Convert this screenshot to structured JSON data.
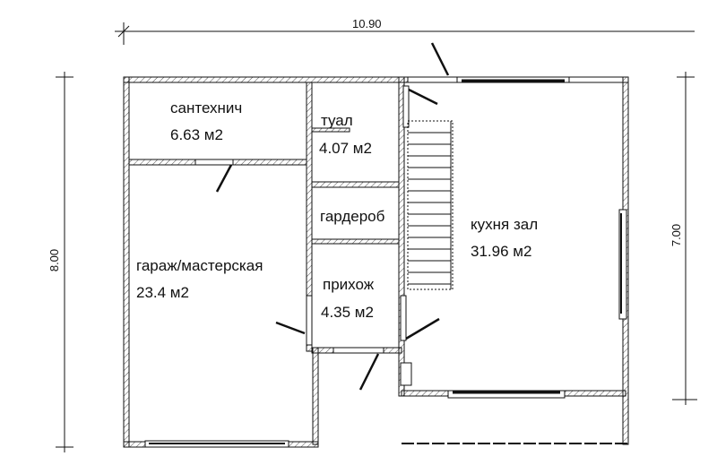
{
  "dimensions": {
    "width": "10.90",
    "height_left": "8.00",
    "height_right": "7.00"
  },
  "rooms": [
    {
      "name": "сантехнич",
      "area": "6.63 м2"
    },
    {
      "name": "туал",
      "area": "4.07 м2"
    },
    {
      "name": "гардероб",
      "area": ""
    },
    {
      "name": "гараж/мастерская",
      "area": "23.4 м2"
    },
    {
      "name": "прихож",
      "area": "4.35 м2"
    },
    {
      "name": "кухня зал",
      "area": "31.96 м2"
    }
  ],
  "colors": {
    "line": "#111111",
    "background": "#ffffff"
  }
}
